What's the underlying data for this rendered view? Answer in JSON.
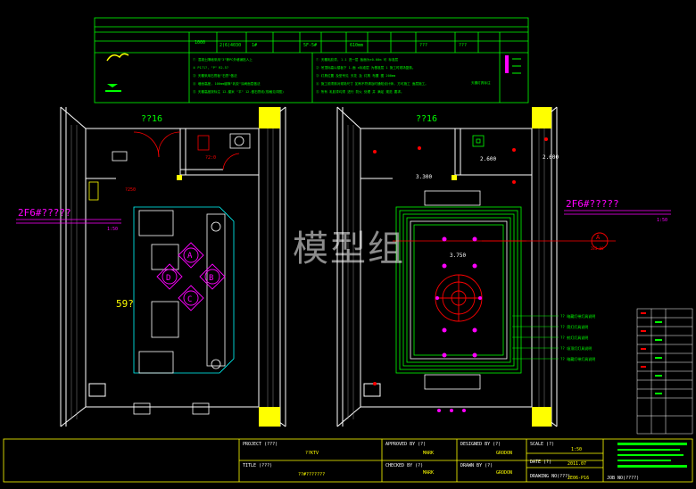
{
  "colors": {
    "background": "#000000",
    "wall": "#ffffff",
    "frame": "#ffff00",
    "cad_green": "#00ff00",
    "cyan": "#00ffff",
    "magenta": "#ff00ff",
    "red": "#ff0000"
  },
  "header_table": {
    "code_1": "1000",
    "code_2": "2(6)4030",
    "code_3": "1#",
    "code_4": "5F-5#",
    "code_5": "610mm",
    "code_6": "???",
    "code_7": "???",
    "note_1": "① 混凝土隔墙采用\"3\"等PC外墙铺贴人上",
    "note_2": "② P1?1?, \"P\" R2.5?",
    "note_3": "③ 天棚采用石膏板\"石膏\"做法",
    "note_4": "④ 墙面高度, 100mm缝隙\"乳胶\"涂刷面层做法",
    "note_5": "⑤ 天棚高度按标注 12.厘米 \"平\" 12.做石膏线(规格见详图)",
    "note_6": "① 天棚乳胶漆, 1.1 进一层 板面为±0.00m 可 标准层",
    "note_7": "② 吊顶标高以楼板下 1.面 ±标准层 为基准层 1 施工时现场复核。",
    "note_8": "③ 灯具位置 及型号见 天花 及 灯具 布置 图 200mm",
    "note_9": "④ 施工前须核对现场尺寸 如有不符请及时通知设计师, 方可施工 面层施工。",
    "note_10": "⑤ 所有 乳胶漆均须 进行 防火 处理 并 满足 规范 要求。",
    "note_right": "天棚灯具标注"
  },
  "left_plan": {
    "room_top_label": "??16",
    "section_tag": "2F6#?????",
    "section_scale": "1:50",
    "area_label": "59?",
    "small_label_1": "?250",
    "small_label_2": "?2:0",
    "circle_a": "A",
    "circle_b": "B",
    "circle_c": "C",
    "circle_d": "D"
  },
  "right_plan": {
    "room_top_label": "??16",
    "section_tag": "2F6#?????",
    "section_scale": "1:50",
    "height_1": "3.300",
    "height_2": "3.750",
    "height_3": "2.600",
    "height_4": "2.600",
    "marker": "A",
    "marker_sub": "2E3-06",
    "legend_1": "?? 暗藏灯带灯具说明",
    "legend_2": "?? 筒灯灯具说明",
    "legend_3": "?? 射灯灯具说明",
    "legend_4": "?? 吸顶灯灯具说明",
    "legend_5": "?? 暗藏灯带灯具说明"
  },
  "title_block": {
    "project_label": "PROJECT (???)",
    "project_value": "??KTV",
    "title_label": "TITLE (???)",
    "title_value": "??#???????",
    "approved_label": "APPROVED BY (?)",
    "approved_value": "MARK",
    "checked_label": "CHECKED BY (?)",
    "checked_value": "MARK",
    "designed_label": "DESIGNED BY (?)",
    "designed_value": "GRODON",
    "drawn_label": "DRAWN BY (?)",
    "drawn_value": "GRODON",
    "scale_label": "SCALE (?)",
    "scale_value": "1:50",
    "date_label": "DATE (?)",
    "date_value": "2011.07",
    "drawing_no_label": "DRAWING NO(???)",
    "drawing_no_value": "2E06-P16",
    "job_no_label": "JOB NO(????)"
  },
  "watermark": "模型组"
}
